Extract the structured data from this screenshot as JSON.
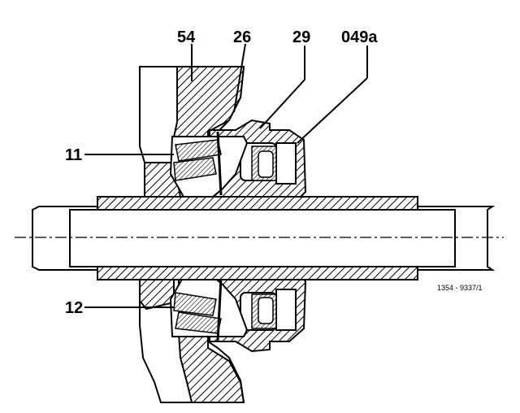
{
  "diagram": {
    "labels": {
      "housing": "54",
      "seal": "26",
      "ring": "29",
      "cover": "049a",
      "upper_bearing": "11",
      "lower_bearing": "12"
    },
    "reference_code": "1354 - 9337/1"
  }
}
